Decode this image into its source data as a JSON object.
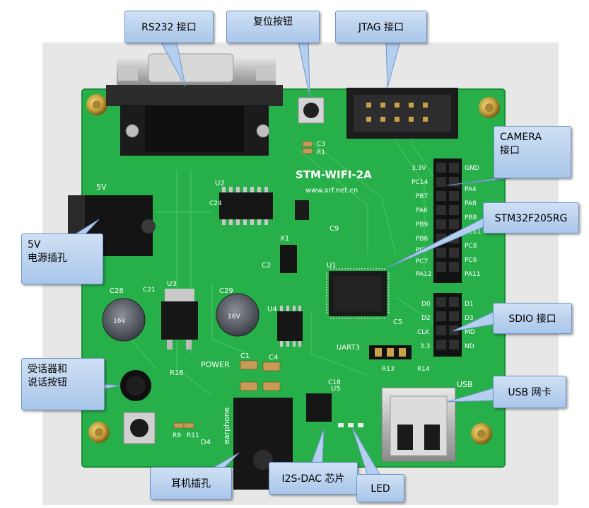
{
  "callouts": {
    "rs232": "RS232 接口",
    "reset": "复位按钮",
    "jtag": "JTAG 接口",
    "camera": "CAMERA\n接口",
    "mcu": "STM32F205RG",
    "power": "5V\n电源插孔",
    "sdio": "SDIO 接口",
    "mic": "受话器和\n说话按钮",
    "usb": "USB 网卡",
    "earphone": "耳机插孔",
    "dac": "I2S-DAC 芯片",
    "led": "LED"
  },
  "board": {
    "title": "STM-WIFI-2A",
    "url": "www.xrf.net.cn",
    "label_5v": "5V",
    "label_power": "POWER",
    "label_earphone": "earphone",
    "label_usb": "USB",
    "label_uart": "UART3",
    "labels": {
      "u1": "U1",
      "u2": "U2",
      "u3": "U3",
      "u4": "U4",
      "u5": "U5",
      "x1": "X1",
      "d4": "D4",
      "c28": "C28",
      "c29": "C29",
      "c21": "C21",
      "c1": "C1",
      "c4": "C4",
      "c2": "C2",
      "c3": "C3",
      "c9": "C9",
      "c5": "C5",
      "c18": "C18",
      "c24": "C24",
      "r16": "R16",
      "r1": "R1",
      "r13": "R13",
      "r14": "R14",
      "r9": "R9",
      "r11": "R11"
    },
    "cam_left": [
      "3.3V",
      "PC14",
      "PB7",
      "PA6",
      "PB9",
      "PB6",
      "PC9",
      "PC7",
      "PA12"
    ],
    "cam_right": [
      "GND",
      "PA4",
      "PA8",
      "PB8",
      "PC11",
      "PC8",
      "PC6",
      "PA11"
    ],
    "sdio_left": [
      "D0",
      "D2",
      "CLK",
      "3.3"
    ],
    "sdio_right": [
      "D1",
      "D3",
      "MD",
      "ND"
    ],
    "cap_text": "16V"
  },
  "colors": {
    "pcb": "#27b04a",
    "pcb_dark": "#1e8f3b",
    "callout_bg": "#b9d3f0",
    "callout_border": "#6f95c8"
  }
}
